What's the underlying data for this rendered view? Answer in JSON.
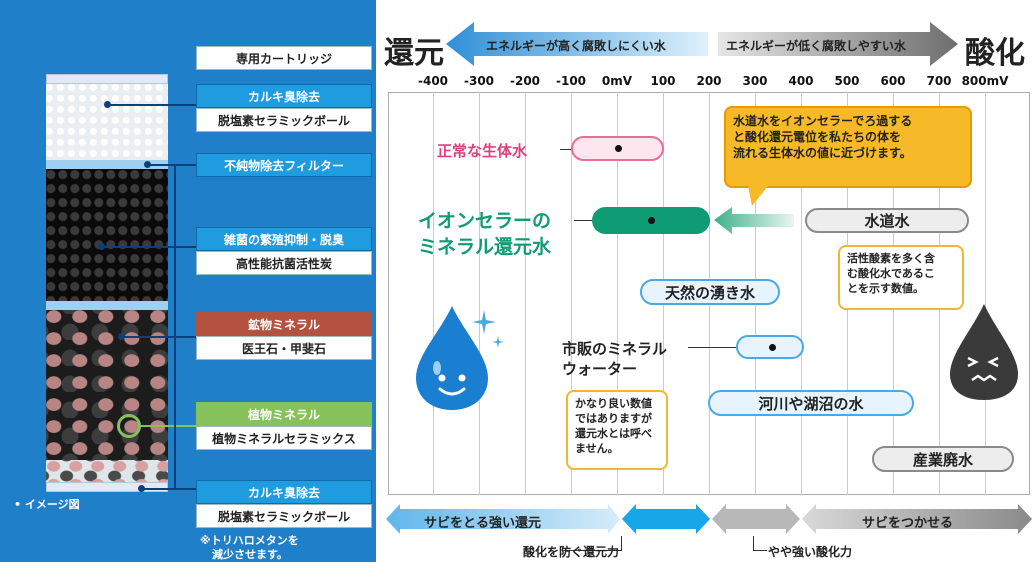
{
  "left_panel": {
    "labels": {
      "cartridge": "専用カートリッジ",
      "chlorine_top": "カルキ臭除去",
      "ceramic_top": "脱塩素セラミックボール",
      "impurity_filter": "不純物除去フィルター",
      "bacteria": "雑菌の繁殖抑制・脱臭",
      "carbon": "高性能抗菌活性炭",
      "mineral_ore": "鉱物ミネラル",
      "ore_names": "医王石・甲斐石",
      "plant_mineral": "植物ミネラル",
      "plant_ceramics": "植物ミネラルセラミックス",
      "chlorine_bottom": "カルキ臭除去",
      "ceramic_bottom": "脱塩素セラミックボール"
    },
    "image_note": "• イメージ図",
    "trihalo_line1": "※トリハロメタンを",
    "trihalo_line2": "減少させます。"
  },
  "right_panel": {
    "reduction_label": "還元",
    "oxidation_label": "酸化",
    "arrow_left_text": "エネルギーが高く腐敗しにくい水",
    "arrow_right_text": "エネルギーが低く腐敗しやすい水",
    "ticks": [
      {
        "label": "-400",
        "mv": -400
      },
      {
        "label": "-300",
        "mv": -300
      },
      {
        "label": "-200",
        "mv": -200
      },
      {
        "label": "-100",
        "mv": -100
      },
      {
        "label": "0mV",
        "mv": 0
      },
      {
        "label": "100",
        "mv": 100
      },
      {
        "label": "200",
        "mv": 200
      },
      {
        "label": "300",
        "mv": 300
      },
      {
        "label": "400",
        "mv": 400
      },
      {
        "label": "500",
        "mv": 500
      },
      {
        "label": "600",
        "mv": 600
      },
      {
        "label": "700",
        "mv": 700
      },
      {
        "label": "800mV",
        "mv": 800
      }
    ],
    "items": {
      "normal_body": "正常な生体水",
      "ion_ceramic_line1": "イオンセラーの",
      "ion_ceramic_line2": "ミネラル還元水",
      "tap_water": "水道水",
      "spring_water": "天然の湧き水",
      "bottled_line1": "市販のミネラル",
      "bottled_line2": "ウォーター",
      "river_water": "河川や湖沼の水",
      "industrial": "産業廃水"
    },
    "callouts": {
      "main_line1": "水道水をイオンセラーでろ過する",
      "main_line2": "と酸化還元電位を私たちの体を",
      "main_line3": "流れる生体水の値に近づけます。",
      "active_line1": "活性酸素を多く含",
      "active_line2": "む酸化水であるこ",
      "active_line3": "とを示す数値。",
      "mineral_line1": "かなり良い数値",
      "mineral_line2": "ではありますが",
      "mineral_line3": "還元水とは呼べ",
      "mineral_line4": "ません。"
    },
    "bottom_bands": {
      "strong_reduction": "サビをとる強い還元",
      "oxidation_generator": "サビをつかせる",
      "anti_oxidation": "酸化を防ぐ還元力",
      "slightly_strong_oxidation": "やや強い酸化力"
    }
  },
  "colors": {
    "left_bg": "#1f7fc8",
    "reduction_arrow": "#4aa9e2",
    "oxidation_arrow": "#8c8c8c",
    "ion_water": "#0f9b74",
    "normal_body_text": "#e0407a",
    "callout_yellow": "#f6b928"
  },
  "icons": {
    "reduced_drop": "happy-water-drop-icon",
    "oxidized_drop": "grimacing-water-drop-icon",
    "sparkle": "sparkle-icon"
  }
}
